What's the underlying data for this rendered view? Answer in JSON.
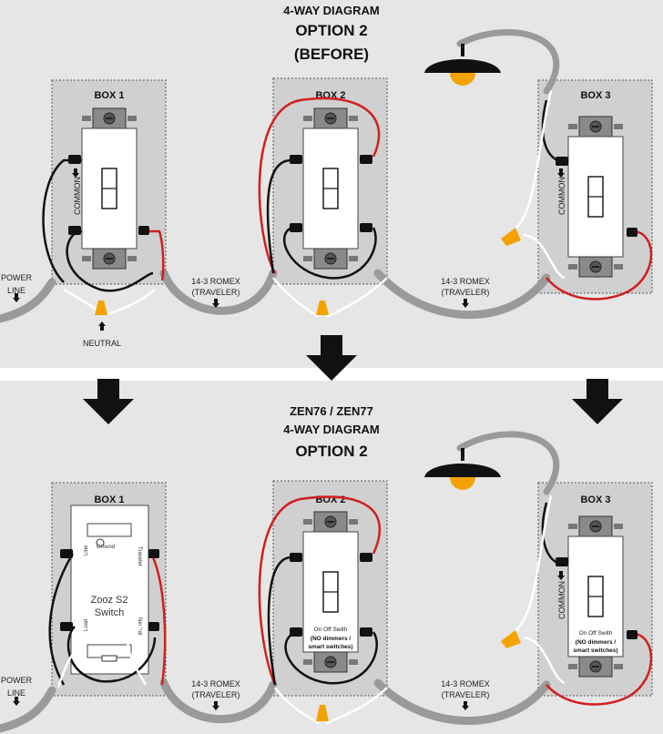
{
  "top": {
    "title_line1": "4-WAY DIAGRAM",
    "title_line2": "OPTION 2",
    "title_line3": "(BEFORE)",
    "box1": "BOX 1",
    "box2": "BOX 2",
    "box3": "BOX 3",
    "common_left": "COMMON",
    "common_right": "COMMON",
    "power1": "POWER",
    "power2": "LINE",
    "romex_a1": "14-3 ROMEX",
    "romex_a2": "(TRAVELER)",
    "romex_b1": "14-3 ROMEX",
    "romex_b2": "(TRAVELER)",
    "neutral": "NEUTRAL"
  },
  "bottom": {
    "title_line1": "ZEN76 / ZEN77",
    "title_line2": "4-WAY DIAGRAM",
    "title_line3": "OPTION 2",
    "box1": "BOX 1",
    "box2": "BOX 2",
    "box3": "BOX 3",
    "zooz1": "Zooz S2",
    "zooz2": "Switch",
    "ground": "Ground",
    "traveler": "Traveler",
    "neutral": "Neutral",
    "line": "Line",
    "load": "Load",
    "onoff_a1": "On Off Swith",
    "onoff_a2": "(NO dimmers /",
    "onoff_a3": "smart switches)",
    "onoff_b1": "On Off Swith",
    "onoff_b2": "(NO dimmers /",
    "onoff_b3": "smart switches)",
    "common": "COMMON",
    "power1": "POWER",
    "power2": "LINE",
    "romex_a1": "14-3 ROMEX",
    "romex_a2": "(TRAVELER)",
    "romex_b1": "14-3 ROMEX",
    "romex_b2": "(TRAVELER)"
  },
  "colors": {
    "background": "#e6e6e6",
    "box_fill": "#d0d0d0",
    "hot_wire": "#111111",
    "traveler_wire": "#d11f1f",
    "cable": "#9a9a9a",
    "wire_nut": "#f4a200",
    "divider": "#ffffff"
  }
}
